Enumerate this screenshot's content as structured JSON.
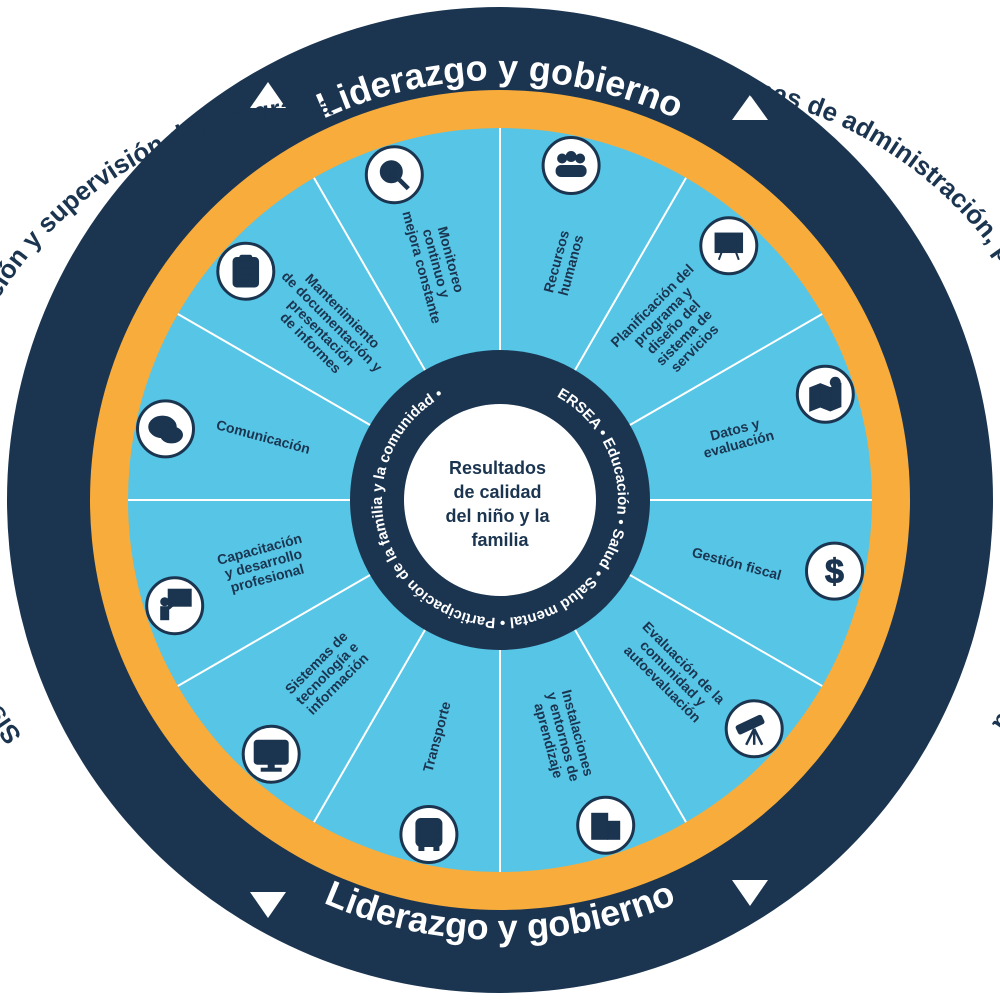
{
  "outer_ring": {
    "top_label": "Liderazgo y gobierno",
    "bottom_label": "Liderazgo y gobierno"
  },
  "orange_ring": {
    "label": "Sistemas de administración, planificación y supervisión del programa"
  },
  "inner_ring": {
    "label": "ERSEA • Educación • Salud • Salud mental • Participación de la familia y la comunidad •"
  },
  "center": {
    "lines": [
      "Resultados",
      "de calidad",
      "del niño y la",
      "familia"
    ]
  },
  "segments": [
    {
      "icon": "people-icon",
      "lines": [
        "Recursos",
        "humanos"
      ]
    },
    {
      "icon": "presentation-chart-icon",
      "lines": [
        "Planificación del",
        "programa y",
        "diseño del",
        "sistema de",
        "servicios"
      ]
    },
    {
      "icon": "map-pin-icon",
      "lines": [
        "Datos y",
        "evaluación"
      ]
    },
    {
      "icon": "dollar-icon",
      "lines": [
        "Gestión fiscal"
      ]
    },
    {
      "icon": "telescope-icon",
      "lines": [
        "Evaluación de la",
        "comunidad y",
        "autoevaluación"
      ]
    },
    {
      "icon": "building-icon",
      "lines": [
        "Instalaciones",
        "y entornos de",
        "aprendizaje"
      ]
    },
    {
      "icon": "bus-icon",
      "lines": [
        "Transporte"
      ]
    },
    {
      "icon": "monitor-icon",
      "lines": [
        "Sistemas de",
        "tecnología e",
        "información"
      ]
    },
    {
      "icon": "teacher-icon",
      "lines": [
        "Capacitación",
        "y desarrollo",
        "profesional"
      ]
    },
    {
      "icon": "speech-bubbles-icon",
      "lines": [
        "Comunicación"
      ]
    },
    {
      "icon": "clipboard-icon",
      "lines": [
        "Mantenimiento",
        "de documentación y",
        "presentación",
        "de informes"
      ]
    },
    {
      "icon": "magnifier-chart-icon",
      "lines": [
        "Monitoreo",
        "continuo y",
        "mejora constante"
      ]
    }
  ],
  "colors": {
    "navy": "#1b3550",
    "orange": "#f8ac3b",
    "sky": "#56c5e6",
    "white": "#ffffff"
  }
}
